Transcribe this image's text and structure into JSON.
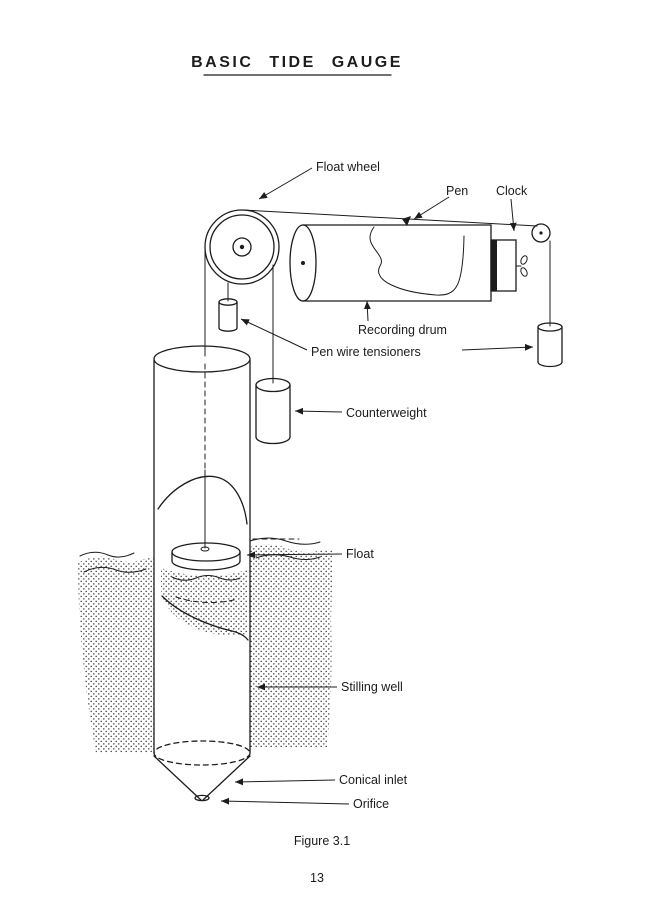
{
  "colors": {
    "ink": "#1c1c1c",
    "paper": "#ffffff"
  },
  "page": {
    "title": "BASIC TIDE GAUGE",
    "figure_caption": "Figure 3.1",
    "page_number": "13"
  },
  "labels": {
    "float_wheel": "Float wheel",
    "pen": "Pen",
    "clock": "Clock",
    "recording_drum": "Recording drum",
    "pen_wire_tensioners": "Pen wire tensioners",
    "counterweight": "Counterweight",
    "float": "Float",
    "stilling_well": "Stilling well",
    "conical_inlet": "Conical inlet",
    "orifice": "Orifice"
  }
}
